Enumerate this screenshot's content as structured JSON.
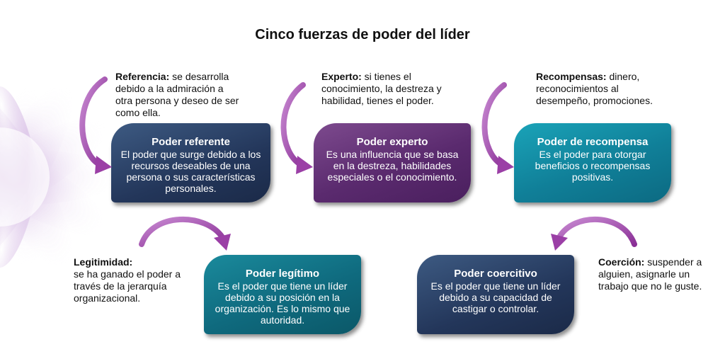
{
  "title": "Cinco fuerzas de poder del líder",
  "notes": {
    "referencia": {
      "label": "Referencia:",
      "text": " se desarrolla debido a la admiración a otra persona y deseo de ser como ella."
    },
    "experto": {
      "label": "Experto:",
      "text": " si tienes el conocimiento, la destreza y habilidad, tienes el poder."
    },
    "recompensas": {
      "label": "Recompensas:",
      "text": " dinero, reconocimientos al desempeño, promociones."
    },
    "legitimidad": {
      "label": "Legitimidad:",
      "text": "se ha ganado el poder a través de la jerarquía organizacional."
    },
    "coercion": {
      "label": "Coerción:",
      "text": " suspender a alguien, asignarle un trabajo que no le guste."
    }
  },
  "cards": {
    "referente": {
      "title": "Poder referente",
      "body": "El poder que surge debido a los recursos deseables de una persona o sus características personales."
    },
    "experto": {
      "title": "Poder experto",
      "body": "Es una influencia que se basa en la destreza, habilidades especiales o el conocimiento."
    },
    "recompensa": {
      "title": "Poder de recompensa",
      "body": "Es el poder para otorgar beneficios o recompensas positivas."
    },
    "legitimo": {
      "title": "Poder legítimo",
      "body": "Es el poder que tiene un líder debido a su posición en la organización. Es lo mismo que autoridad."
    },
    "coercitivo": {
      "title": "Poder coercitivo",
      "body": "Es el poder que tiene un líder debido a su capacidad de castigar o controlar."
    }
  },
  "colors": {
    "navy": "#23365a",
    "purple": "#5a2a6e",
    "teal": "#107f98",
    "arrow": "#9b3fa6"
  }
}
